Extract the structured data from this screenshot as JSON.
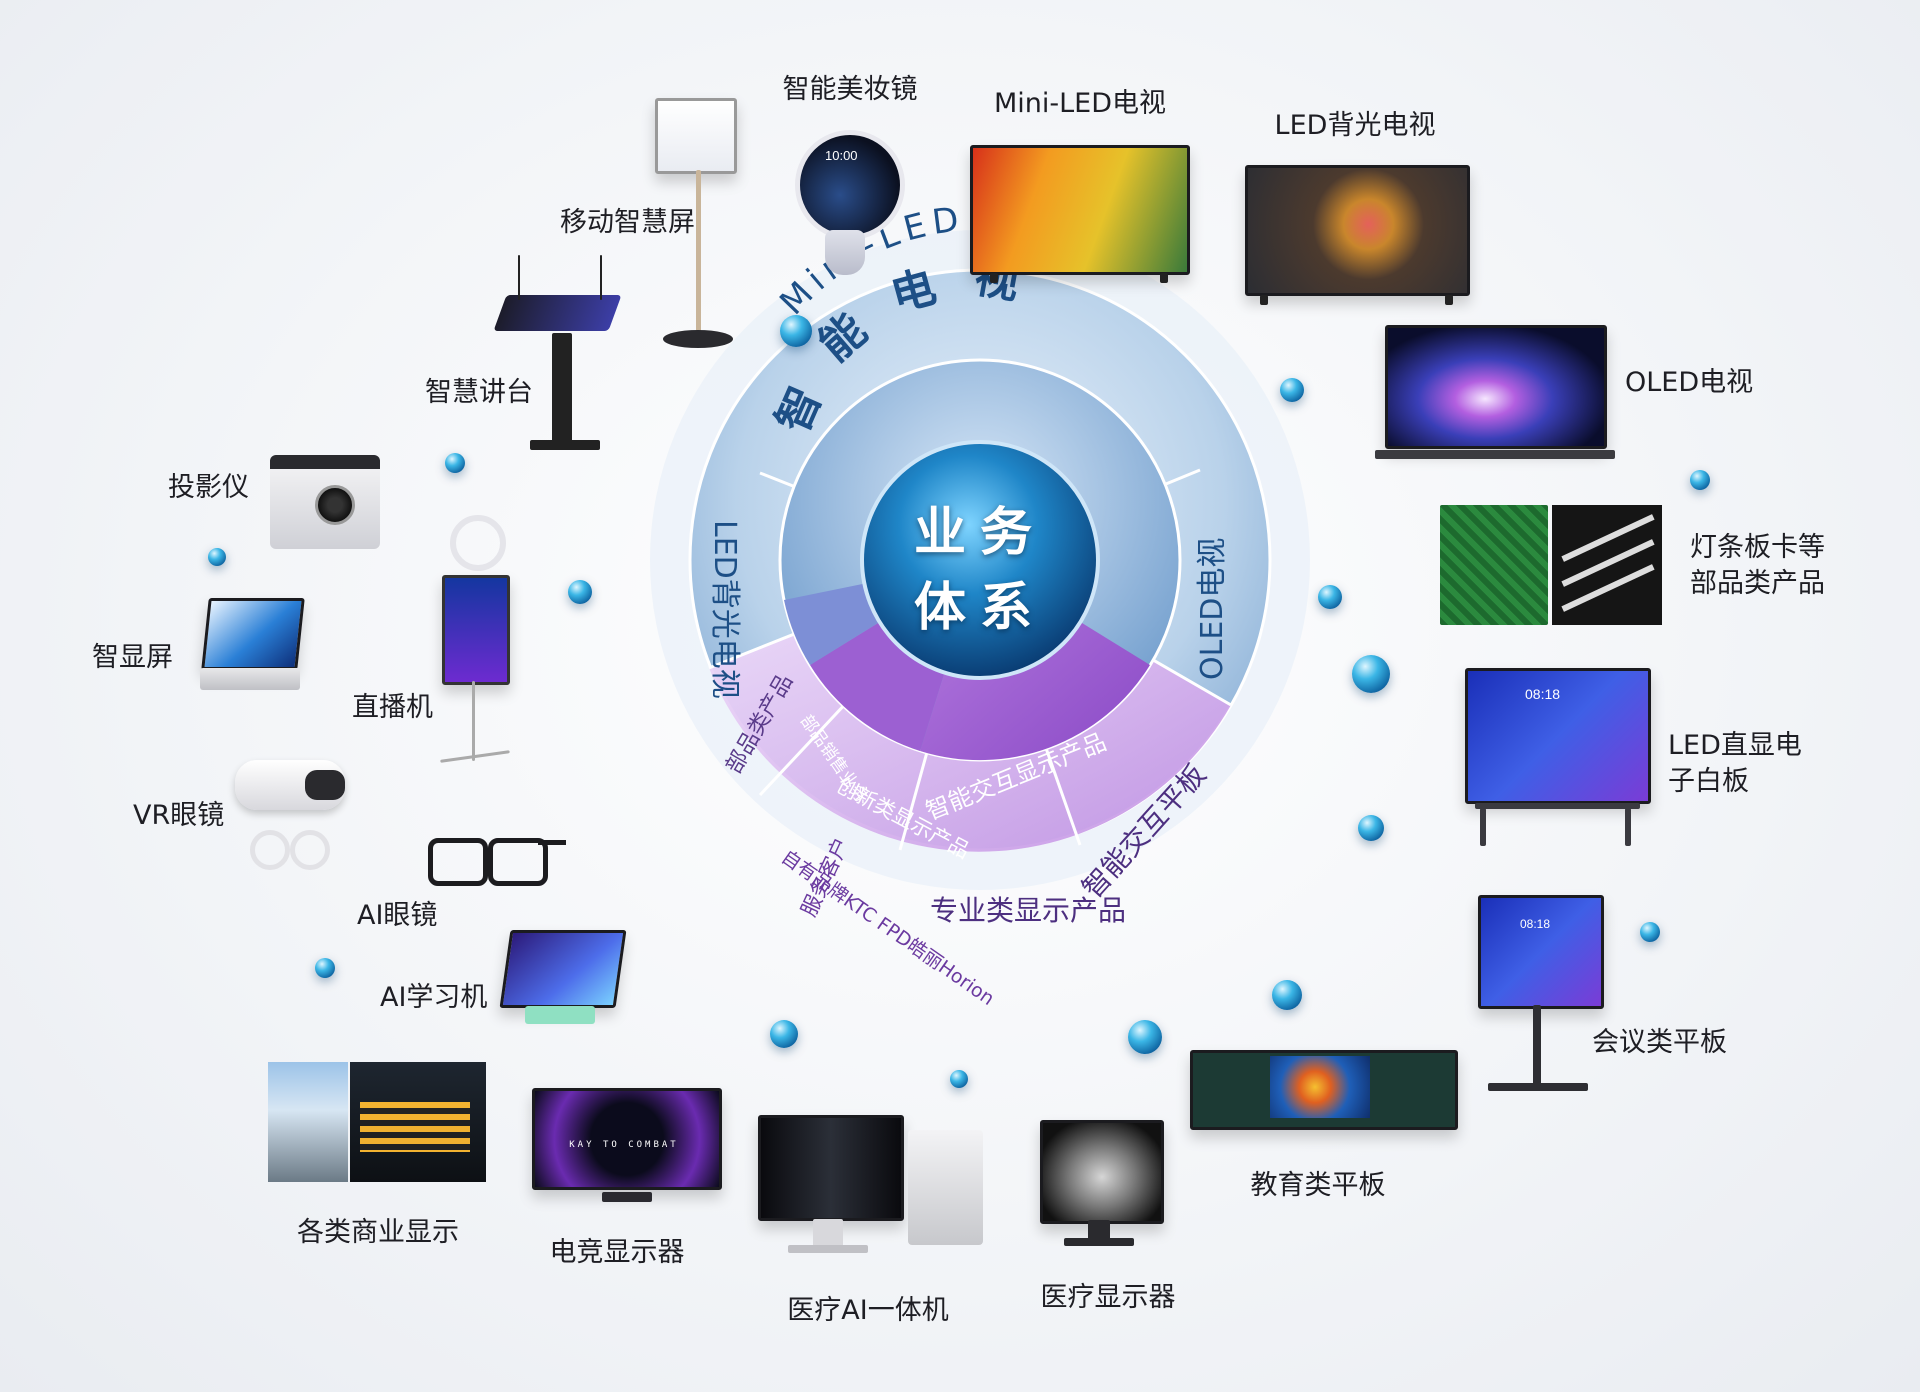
{
  "center": {
    "line1": "业务",
    "line2": "体系"
  },
  "inner_ring": {
    "arc_text": "智能电视",
    "segments": [
      "部品销售业务",
      "创新类显示产品",
      "智能交互显示产品"
    ]
  },
  "outer_ring": {
    "top": "Mini-LED电视",
    "left": "LED背光电视",
    "right": "OLED电视",
    "bottom_segments": [
      "部品类产品",
      "自有品牌KTC FPD皓丽Horion",
      "服务客户",
      "专业类显示产品",
      "智能交互平板"
    ]
  },
  "products": [
    {
      "id": "makeup",
      "label": "智能美妆镜"
    },
    {
      "id": "miniled",
      "label": "Mini-LED电视"
    },
    {
      "id": "ledtv",
      "label": "LED背光电视"
    },
    {
      "id": "mobile",
      "label": "移动智慧屏"
    },
    {
      "id": "oled",
      "label": "OLED电视"
    },
    {
      "id": "lectern",
      "label": "智慧讲台"
    },
    {
      "id": "projector",
      "label": "投影仪"
    },
    {
      "id": "parts",
      "label": "灯条板卡等部品类产品"
    },
    {
      "id": "smartscreen",
      "label": "智显屏"
    },
    {
      "id": "live",
      "label": "直播机"
    },
    {
      "id": "ledboard",
      "label": "LED直显电子白板"
    },
    {
      "id": "vr",
      "label": "VR眼镜"
    },
    {
      "id": "aiglasses",
      "label": "AI眼镜"
    },
    {
      "id": "aistudy",
      "label": "AI学习机"
    },
    {
      "id": "meeting",
      "label": "会议类平板"
    },
    {
      "id": "commercial",
      "label": "各类商业显示"
    },
    {
      "id": "gaming",
      "label": "电竞显示器"
    },
    {
      "id": "education",
      "label": "教育类平板"
    },
    {
      "id": "medai",
      "label": "医疗AI一体机"
    },
    {
      "id": "medmon",
      "label": "医疗显示器"
    }
  ],
  "screen_text": {
    "clock": "08:18",
    "mirror_clock": "10:00",
    "game": "KAY TO COMBAT"
  },
  "colors": {
    "ring_blue": "#7fa9d3",
    "inner_blue": "#5b8fc8",
    "purple": "#a06ad0",
    "orb": "#1688c8"
  }
}
